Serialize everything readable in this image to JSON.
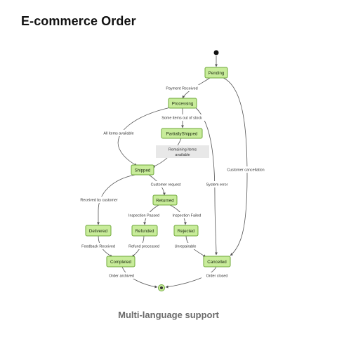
{
  "title": "E-commerce Order",
  "caption": "Multi-language support",
  "colors": {
    "state_fill": "#c8ec9a",
    "state_border": "#6fa83b",
    "edge": "#555555",
    "note_bg": "#e8e8e8"
  },
  "diagram": {
    "type": "state-diagram",
    "states": {
      "pending": "Pending",
      "processing": "Processing",
      "partially_shipped": "PartiallyShipped",
      "shipped": "Shipped",
      "returned": "Returned",
      "delivered": "Delivered",
      "refunded": "Refunded",
      "rejected": "Rejected",
      "completed": "Completed",
      "cancelled": "Cancelled"
    },
    "transitions": {
      "payment_received": "Payment Received",
      "all_items_available": "All items available",
      "some_items_out_of_stock": "Some items out of stock",
      "remaining_line1": "Remaining items",
      "remaining_line2": "available",
      "customer_cancellation": "Customer cancellation",
      "customer_request": "Customer request",
      "system_error": "System error",
      "received_by_customer": "Received by customer",
      "inspection_passed": "Inspection Passed",
      "inspection_failed": "Inspection Failed",
      "feedback_received": "Feedback Received",
      "refund_processed": "Refund processed",
      "unrepairable": "Unrepairable",
      "order_archived": "Order archived",
      "order_closed": "Order closed"
    }
  }
}
